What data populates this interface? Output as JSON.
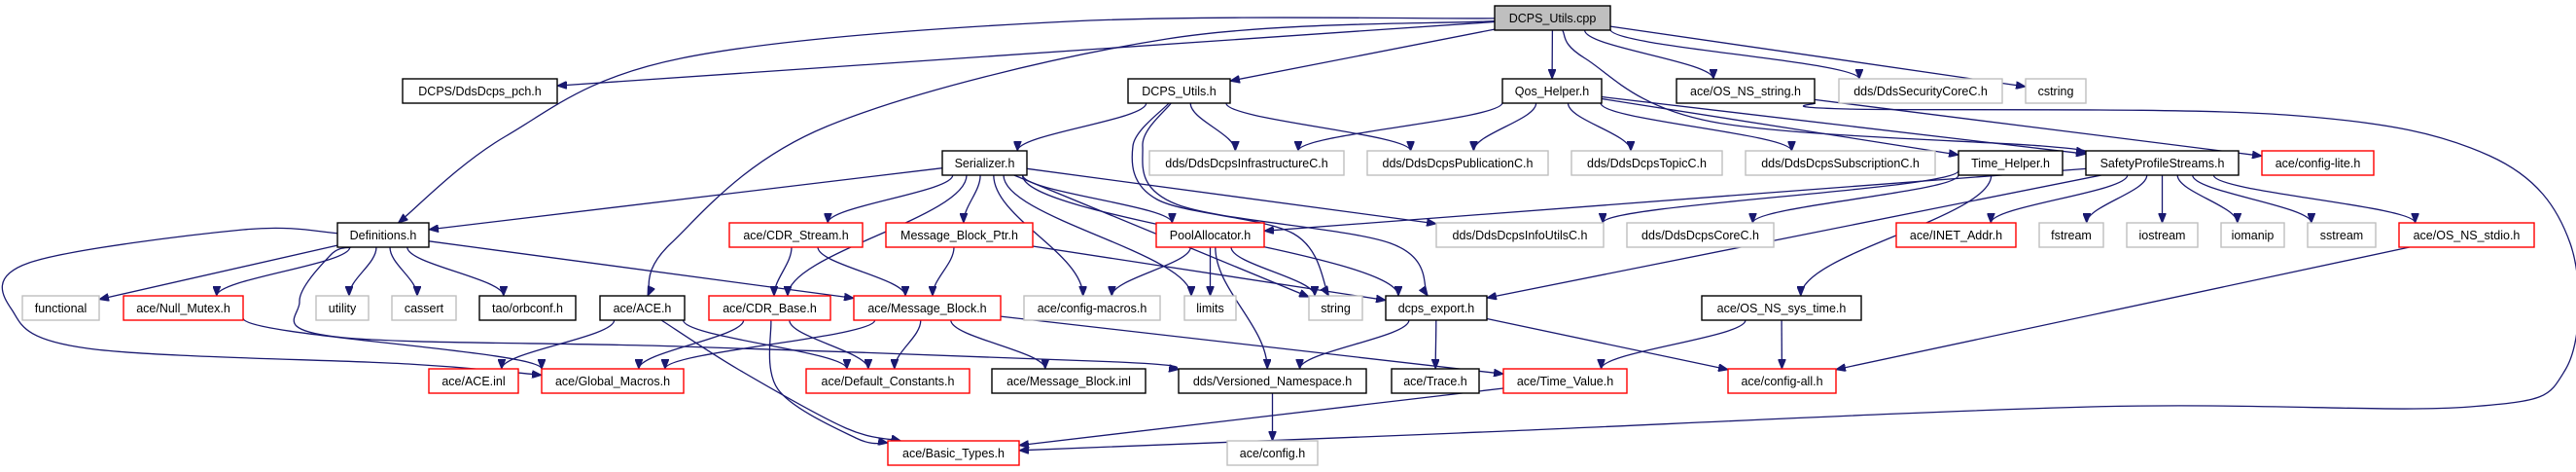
{
  "graph": {
    "root": "DCPS_Utils.cpp",
    "colors": {
      "edge": "#191970",
      "documented_border": "#000000",
      "truncated_border": "#ff0000",
      "undocumented_border": "#bfbfbf",
      "root_fill": "#bfbfbf"
    },
    "nodes": [
      {
        "id": "n0",
        "label": "DCPS_Utils.cpp",
        "kind": "root"
      },
      {
        "id": "n1",
        "label": "DCPS/DdsDcps_pch.h",
        "kind": "documented"
      },
      {
        "id": "n2",
        "label": "DCPS_Utils.h",
        "kind": "documented"
      },
      {
        "id": "n3",
        "label": "Qos_Helper.h",
        "kind": "documented"
      },
      {
        "id": "n4",
        "label": "ace/OS_NS_string.h",
        "kind": "documented"
      },
      {
        "id": "n5",
        "label": "dds/DdsSecurityCoreC.h",
        "kind": "undocumented"
      },
      {
        "id": "n6",
        "label": "cstring",
        "kind": "undocumented"
      },
      {
        "id": "n7",
        "label": "Serializer.h",
        "kind": "documented"
      },
      {
        "id": "n8",
        "label": "dds/DdsDcpsInfrastructureC.h",
        "kind": "undocumented"
      },
      {
        "id": "n9",
        "label": "dds/DdsDcpsPublicationC.h",
        "kind": "undocumented"
      },
      {
        "id": "n10",
        "label": "dds/DdsDcpsTopicC.h",
        "kind": "undocumented"
      },
      {
        "id": "n11",
        "label": "dds/DdsDcpsSubscriptionC.h",
        "kind": "undocumented"
      },
      {
        "id": "n12",
        "label": "Time_Helper.h",
        "kind": "documented"
      },
      {
        "id": "n13",
        "label": "SafetyProfileStreams.h",
        "kind": "documented"
      },
      {
        "id": "n14",
        "label": "ace/config-lite.h",
        "kind": "truncated"
      },
      {
        "id": "n15",
        "label": "Definitions.h",
        "kind": "documented"
      },
      {
        "id": "n16",
        "label": "ace/CDR_Stream.h",
        "kind": "truncated"
      },
      {
        "id": "n17",
        "label": "Message_Block_Ptr.h",
        "kind": "truncated"
      },
      {
        "id": "n18",
        "label": "PoolAllocator.h",
        "kind": "truncated"
      },
      {
        "id": "n19",
        "label": "dds/DdsDcpsInfoUtilsC.h",
        "kind": "undocumented"
      },
      {
        "id": "n20",
        "label": "dds/DdsDcpsCoreC.h",
        "kind": "undocumented"
      },
      {
        "id": "n21",
        "label": "ace/INET_Addr.h",
        "kind": "truncated"
      },
      {
        "id": "n22",
        "label": "fstream",
        "kind": "undocumented"
      },
      {
        "id": "n23",
        "label": "iostream",
        "kind": "undocumented"
      },
      {
        "id": "n24",
        "label": "iomanip",
        "kind": "undocumented"
      },
      {
        "id": "n25",
        "label": "sstream",
        "kind": "undocumented"
      },
      {
        "id": "n26",
        "label": "ace/OS_NS_stdio.h",
        "kind": "truncated"
      },
      {
        "id": "n27",
        "label": "functional",
        "kind": "undocumented"
      },
      {
        "id": "n28",
        "label": "ace/Null_Mutex.h",
        "kind": "truncated"
      },
      {
        "id": "n29",
        "label": "utility",
        "kind": "undocumented"
      },
      {
        "id": "n30",
        "label": "cassert",
        "kind": "undocumented"
      },
      {
        "id": "n31",
        "label": "tao/orbconf.h",
        "kind": "documented"
      },
      {
        "id": "n32",
        "label": "ace/ACE.h",
        "kind": "documented"
      },
      {
        "id": "n33",
        "label": "ace/CDR_Base.h",
        "kind": "truncated"
      },
      {
        "id": "n34",
        "label": "ace/Message_Block.h",
        "kind": "truncated"
      },
      {
        "id": "n35",
        "label": "ace/config-macros.h",
        "kind": "undocumented"
      },
      {
        "id": "n36",
        "label": "limits",
        "kind": "undocumented"
      },
      {
        "id": "n37",
        "label": "string",
        "kind": "undocumented"
      },
      {
        "id": "n38",
        "label": "dcps_export.h",
        "kind": "documented"
      },
      {
        "id": "n39",
        "label": "ace/OS_NS_sys_time.h",
        "kind": "documented"
      },
      {
        "id": "n40",
        "label": "ace/ACE.inl",
        "kind": "truncated"
      },
      {
        "id": "n41",
        "label": "ace/Global_Macros.h",
        "kind": "truncated"
      },
      {
        "id": "n42",
        "label": "ace/Default_Constants.h",
        "kind": "truncated"
      },
      {
        "id": "n43",
        "label": "ace/Message_Block.inl",
        "kind": "documented"
      },
      {
        "id": "n44",
        "label": "dds/Versioned_Namespace.h",
        "kind": "documented"
      },
      {
        "id": "n45",
        "label": "ace/Trace.h",
        "kind": "documented"
      },
      {
        "id": "n46",
        "label": "ace/Time_Value.h",
        "kind": "truncated"
      },
      {
        "id": "n47",
        "label": "ace/config-all.h",
        "kind": "truncated"
      },
      {
        "id": "n48",
        "label": "ace/Basic_Types.h",
        "kind": "truncated"
      },
      {
        "id": "n49",
        "label": "ace/config.h",
        "kind": "undocumented"
      }
    ],
    "edges": [
      [
        "n0",
        "n1"
      ],
      [
        "n0",
        "n15"
      ],
      [
        "n0",
        "n2"
      ],
      [
        "n0",
        "n32"
      ],
      [
        "n0",
        "n3"
      ],
      [
        "n0",
        "n4"
      ],
      [
        "n0",
        "n5"
      ],
      [
        "n0",
        "n6"
      ],
      [
        "n0",
        "n13"
      ],
      [
        "n2",
        "n7"
      ],
      [
        "n2",
        "n8"
      ],
      [
        "n2",
        "n9"
      ],
      [
        "n2",
        "n37"
      ],
      [
        "n2",
        "n38"
      ],
      [
        "n3",
        "n8"
      ],
      [
        "n3",
        "n9"
      ],
      [
        "n3",
        "n10"
      ],
      [
        "n3",
        "n11"
      ],
      [
        "n3",
        "n12"
      ],
      [
        "n3",
        "n13"
      ],
      [
        "n4",
        "n14"
      ],
      [
        "n4",
        "n48"
      ],
      [
        "n7",
        "n15"
      ],
      [
        "n7",
        "n16"
      ],
      [
        "n7",
        "n17"
      ],
      [
        "n7",
        "n33"
      ],
      [
        "n7",
        "n35"
      ],
      [
        "n7",
        "n36"
      ],
      [
        "n7",
        "n37"
      ],
      [
        "n7",
        "n18"
      ],
      [
        "n7",
        "n38"
      ],
      [
        "n7",
        "n19"
      ],
      [
        "n15",
        "n27"
      ],
      [
        "n15",
        "n28"
      ],
      [
        "n15",
        "n29"
      ],
      [
        "n15",
        "n30"
      ],
      [
        "n15",
        "n31"
      ],
      [
        "n15",
        "n34"
      ],
      [
        "n15",
        "n41"
      ],
      [
        "n15",
        "n44"
      ],
      [
        "n16",
        "n33"
      ],
      [
        "n16",
        "n34"
      ],
      [
        "n17",
        "n34"
      ],
      [
        "n17",
        "n38"
      ],
      [
        "n18",
        "n35"
      ],
      [
        "n18",
        "n36"
      ],
      [
        "n18",
        "n37"
      ],
      [
        "n18",
        "n44"
      ],
      [
        "n12",
        "n19"
      ],
      [
        "n12",
        "n20"
      ],
      [
        "n12",
        "n39"
      ],
      [
        "n13",
        "n18"
      ],
      [
        "n13",
        "n38"
      ],
      [
        "n13",
        "n21"
      ],
      [
        "n13",
        "n22"
      ],
      [
        "n13",
        "n23"
      ],
      [
        "n13",
        "n24"
      ],
      [
        "n13",
        "n25"
      ],
      [
        "n13",
        "n26"
      ],
      [
        "n28",
        "n41"
      ],
      [
        "n32",
        "n40"
      ],
      [
        "n32",
        "n42"
      ],
      [
        "n32",
        "n48"
      ],
      [
        "n33",
        "n41"
      ],
      [
        "n33",
        "n42"
      ],
      [
        "n33",
        "n48"
      ],
      [
        "n34",
        "n41"
      ],
      [
        "n34",
        "n42"
      ],
      [
        "n34",
        "n43"
      ],
      [
        "n34",
        "n46"
      ],
      [
        "n38",
        "n44"
      ],
      [
        "n38",
        "n45"
      ],
      [
        "n38",
        "n47"
      ],
      [
        "n44",
        "n49"
      ],
      [
        "n46",
        "n48"
      ],
      [
        "n39",
        "n46"
      ],
      [
        "n39",
        "n47"
      ],
      [
        "n26",
        "n47"
      ]
    ]
  }
}
